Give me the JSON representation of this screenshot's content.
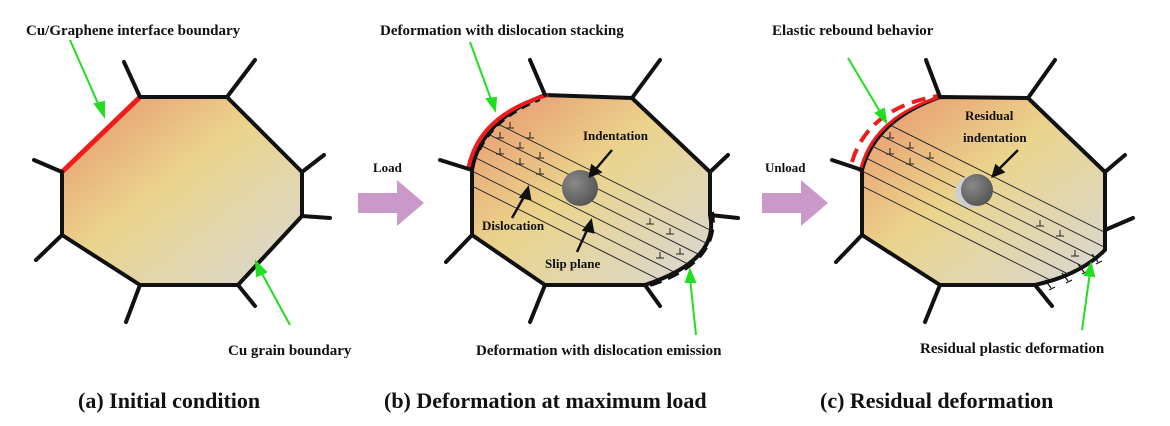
{
  "labels": {
    "a_interface": "Cu/Graphene interface boundary",
    "a_grain": "Cu grain boundary",
    "load": "Load",
    "b_stacking": "Deformation with dislocation stacking",
    "b_indentation": "Indentation",
    "b_dislocation": "Dislocation",
    "b_slip": "Slip plane",
    "b_emission": "Deformation with dislocation emission",
    "unload": "Unload",
    "c_elastic": "Elastic rebound behavior",
    "c_residual_1": "Residual",
    "c_residual_2": "indentation",
    "c_plastic": "Residual plastic deformation"
  },
  "captions": {
    "a": "(a) Initial condition",
    "b": "(b) Deformation at maximum load",
    "c": "(c) Residual deformation"
  },
  "colors": {
    "outline": "#111111",
    "interface": "#ee1c1c",
    "leader": "#22dd22",
    "process_arrow": "#c99ac9",
    "grain_warm": "#e99a72",
    "grain_mid": "#ead48c",
    "grain_cool": "#dad8d2",
    "indenter": "#6a6a6a"
  }
}
